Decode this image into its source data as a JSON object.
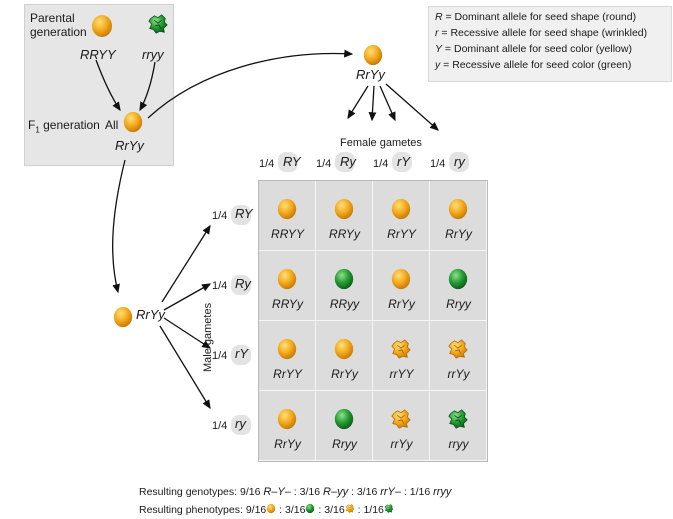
{
  "parental": {
    "label_line1": "Parental",
    "label_line2": "generation",
    "genotype_a": "RRYY",
    "genotype_b": "rryy",
    "f1_label_prefix": "F",
    "f1_label_sub": "1",
    "f1_label_suffix": " generation",
    "all_label": "All",
    "f1_genotype": "RrYy"
  },
  "legend": {
    "rows": [
      {
        "symbol": "R",
        "text": " = Dominant allele for seed shape (round)"
      },
      {
        "symbol": "r",
        "text": "  = Recessive allele for seed shape (wrinkled)"
      },
      {
        "symbol": "Y",
        "text": " = Dominant allele for seed color (yellow)"
      },
      {
        "symbol": "y",
        "text": " = Recessive allele for seed color (green)"
      }
    ]
  },
  "female_parent_genotype": "RrYy",
  "male_parent_genotype": "RrYy",
  "female_gametes_title": "Female gametes",
  "male_gametes_title": "Male gametes",
  "female_gametes": [
    {
      "freq": "1/4",
      "allele": "RY"
    },
    {
      "freq": "1/4",
      "allele": "Ry"
    },
    {
      "freq": "1/4",
      "allele": "rY"
    },
    {
      "freq": "1/4",
      "allele": "ry"
    }
  ],
  "male_gametes": [
    {
      "freq": "1/4",
      "allele": "RY"
    },
    {
      "freq": "1/4",
      "allele": "Ry"
    },
    {
      "freq": "1/4",
      "allele": "rY"
    },
    {
      "freq": "1/4",
      "allele": "ry"
    }
  ],
  "punnett": [
    [
      {
        "g": "RRYY",
        "seed": "round-yellow"
      },
      {
        "g": "RRYy",
        "seed": "round-yellow"
      },
      {
        "g": "RrYY",
        "seed": "round-yellow"
      },
      {
        "g": "RrYy",
        "seed": "round-yellow"
      }
    ],
    [
      {
        "g": "RRYy",
        "seed": "round-yellow"
      },
      {
        "g": "RRyy",
        "seed": "round-green"
      },
      {
        "g": "RrYy",
        "seed": "round-yellow"
      },
      {
        "g": "Rryy",
        "seed": "round-green"
      }
    ],
    [
      {
        "g": "RrYY",
        "seed": "round-yellow"
      },
      {
        "g": "RrYy",
        "seed": "round-yellow"
      },
      {
        "g": "rrYY",
        "seed": "wrinkled-yellow"
      },
      {
        "g": "rrYy",
        "seed": "wrinkled-yellow"
      }
    ],
    [
      {
        "g": "RrYy",
        "seed": "round-yellow"
      },
      {
        "g": "Rryy",
        "seed": "round-green"
      },
      {
        "g": "rrYy",
        "seed": "wrinkled-yellow"
      },
      {
        "g": "rryy",
        "seed": "wrinkled-green"
      }
    ]
  ],
  "results": {
    "genotypes_label": "Resulting genotypes:",
    "genotypes": [
      {
        "ratio": "9/16",
        "geno": "R–Y–",
        "sep": " : "
      },
      {
        "ratio": "3/16",
        "geno": "R–yy",
        "sep": " : "
      },
      {
        "ratio": "3/16",
        "geno": "rrY–",
        "sep": " : "
      },
      {
        "ratio": "1/16",
        "geno": "rryy",
        "sep": ""
      }
    ],
    "phenotypes_label": "Resulting phenotypes:",
    "phenotypes": [
      {
        "ratio": "9/16",
        "seed": "round-yellow",
        "sep": " : "
      },
      {
        "ratio": "3/16",
        "seed": "round-green",
        "sep": " : "
      },
      {
        "ratio": "3/16",
        "seed": "wrinkled-yellow",
        "sep": " : "
      },
      {
        "ratio": "1/16",
        "seed": "wrinkled-green",
        "sep": ""
      }
    ]
  },
  "colors": {
    "yellow_seed": "#f0a818",
    "yellow_seed_light": "#ffd66b",
    "green_seed": "#1f8a2c",
    "green_seed_light": "#7ed07a",
    "grid_bg": "#dcdcdc",
    "box_bg": "#e6e6e6"
  }
}
